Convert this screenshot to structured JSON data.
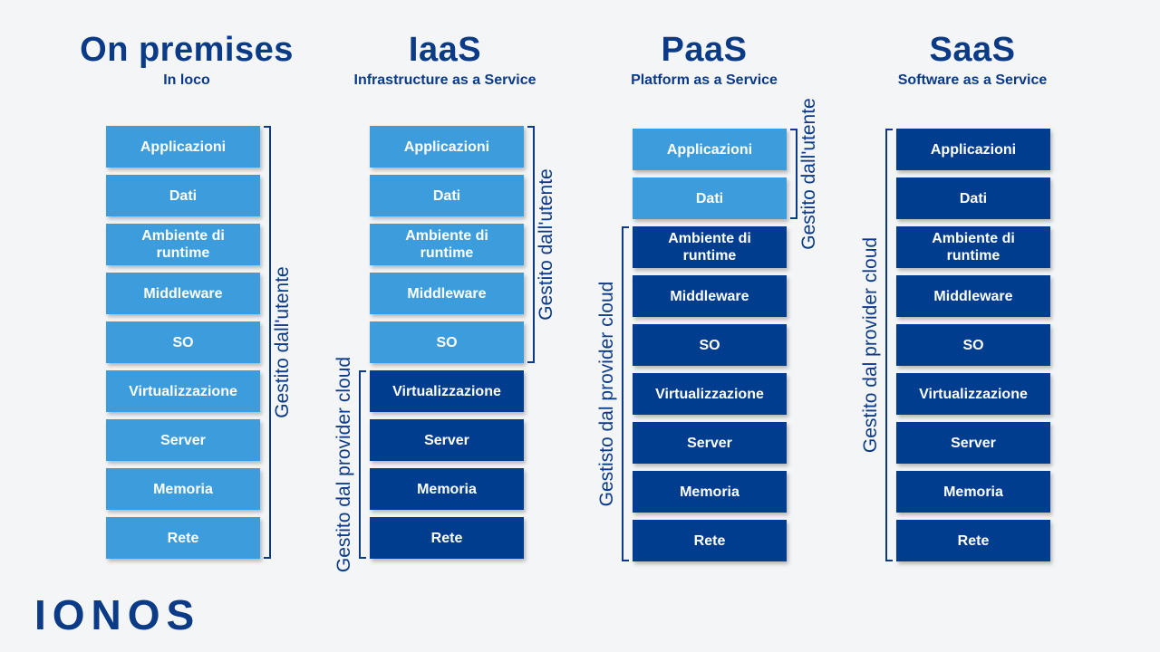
{
  "columns": [
    {
      "title": "On premises",
      "subtitle": "In loco",
      "layers": [
        "Applicazioni",
        "Dati",
        "Ambiente di runtime",
        "Middleware",
        "SO",
        "Virtualizzazione",
        "Server",
        "Memoria",
        "Rete"
      ],
      "managed_by": [
        "user",
        "user",
        "user",
        "user",
        "user",
        "user",
        "user",
        "user",
        "user"
      ],
      "labels": {
        "user": "Gestito dall'utente"
      }
    },
    {
      "title": "IaaS",
      "subtitle": "Infrastructure as a Service",
      "layers": [
        "Applicazioni",
        "Dati",
        "Ambiente di runtime",
        "Middleware",
        "SO",
        "Virtualizzazione",
        "Server",
        "Memoria",
        "Rete"
      ],
      "managed_by": [
        "user",
        "user",
        "user",
        "user",
        "user",
        "provider",
        "provider",
        "provider",
        "provider"
      ],
      "labels": {
        "user": "Gestito dall'utente",
        "provider": "Gestito dal provider cloud"
      }
    },
    {
      "title": "PaaS",
      "subtitle": "Platform as a Service",
      "layers": [
        "Applicazioni",
        "Dati",
        "Ambiente di runtime",
        "Middleware",
        "SO",
        "Virtualizzazione",
        "Server",
        "Memoria",
        "Rete"
      ],
      "managed_by": [
        "user",
        "user",
        "provider",
        "provider",
        "provider",
        "provider",
        "provider",
        "provider",
        "provider"
      ],
      "labels": {
        "user": "Gestito dall'utente",
        "provider": "Gestisto dal provider cloud"
      }
    },
    {
      "title": "SaaS",
      "subtitle": "Software as a Service",
      "layers": [
        "Applicazioni",
        "Dati",
        "Ambiente di runtime",
        "Middleware",
        "SO",
        "Virtualizzazione",
        "Server",
        "Memoria",
        "Rete"
      ],
      "managed_by": [
        "provider",
        "provider",
        "provider",
        "provider",
        "provider",
        "provider",
        "provider",
        "provider",
        "provider"
      ],
      "labels": {
        "provider": "Gestito dal provider cloud"
      }
    }
  ],
  "logo": "IONOS",
  "colors": {
    "user": "#3d9ddc",
    "provider": "#003d8f",
    "text": "#0b3a87"
  }
}
